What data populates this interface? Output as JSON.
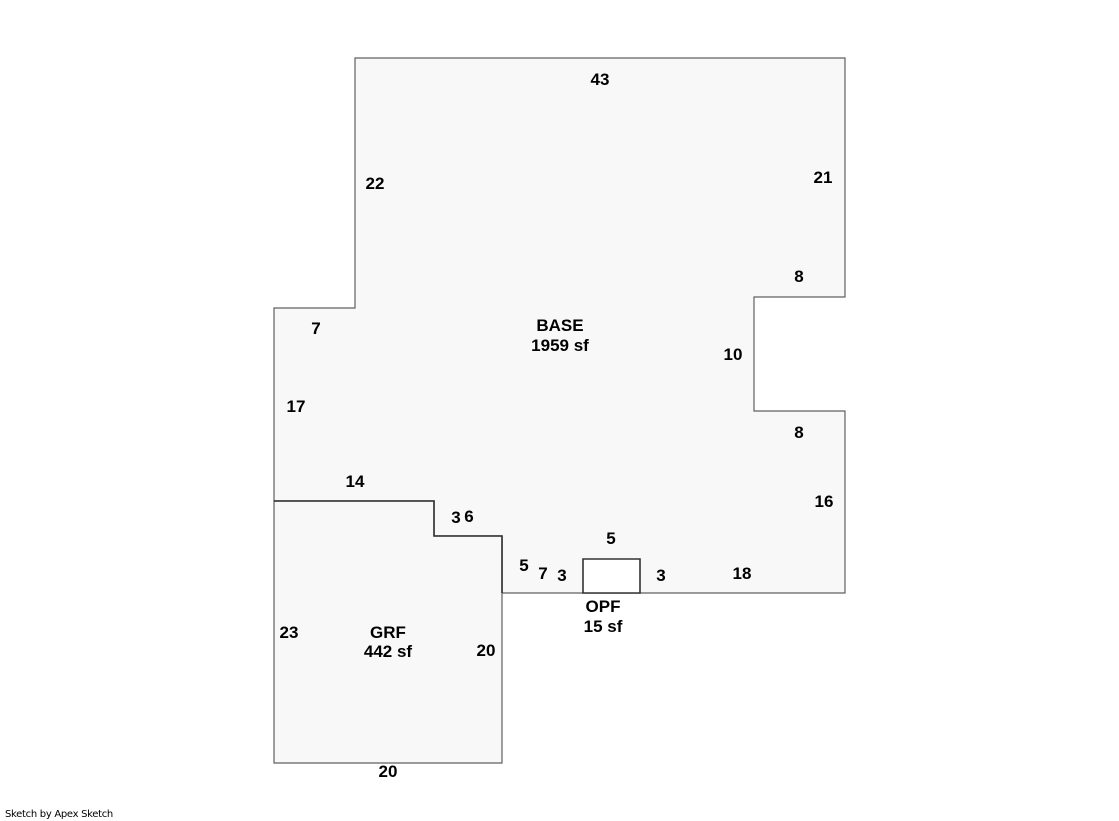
{
  "areas": {
    "base": {
      "name": "BASE",
      "size": "1959 sf"
    },
    "grf": {
      "name": "GRF",
      "size": "442 sf"
    },
    "opf": {
      "name": "OPF",
      "size": "15 sf"
    }
  },
  "dimensions": {
    "base_top": "43",
    "base_left_upper": "22",
    "base_right_upper": "21",
    "notch_top": "8",
    "notch_depth": "10",
    "notch_bottom": "8",
    "base_right_lower": "16",
    "base_bottom_right": "18",
    "base_step_top": "7",
    "base_left_lower": "17",
    "grf_top": "14",
    "step_a": "3",
    "step_b": "6",
    "step_c": "5",
    "step_d": "7",
    "opf_left": "3",
    "opf_top": "5",
    "opf_right": "3",
    "grf_left": "23",
    "grf_right": "20",
    "grf_bottom": "20"
  },
  "footer": "Sketch by Apex Sketch"
}
